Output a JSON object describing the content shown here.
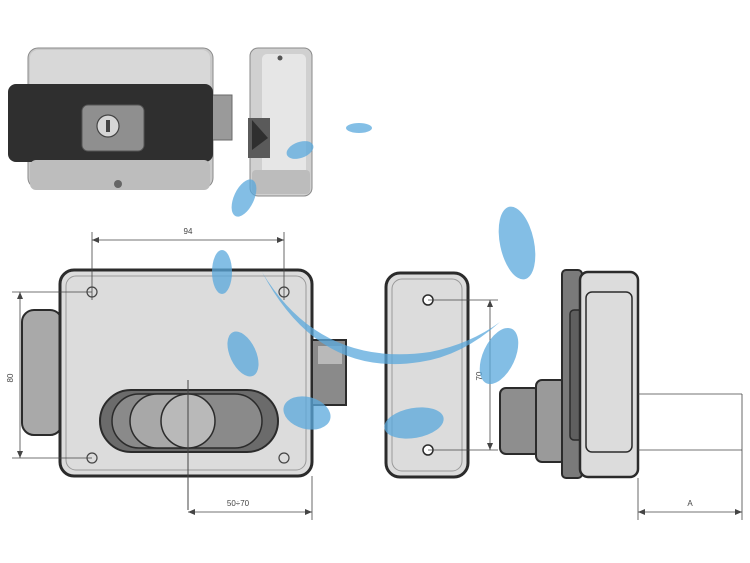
{
  "dimensions": {
    "width_top": "94",
    "height_left": "80",
    "hole_spacing": "70",
    "backset": "50÷70",
    "projection": "A"
  },
  "colors": {
    "body_fill": "#dcdcdc",
    "outline": "#2b2b2b",
    "cover_dark": "#3a3a3a",
    "watermark": "#5aa9dd"
  }
}
